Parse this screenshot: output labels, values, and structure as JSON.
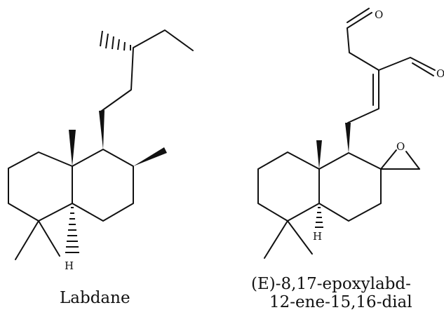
{
  "figure": {
    "molecules": [
      {
        "id": "labdane",
        "caption_lines": [
          "Labdane"
        ],
        "atom_labels": [
          "H"
        ]
      },
      {
        "id": "epoxy-dial",
        "caption_lines": [
          "(E)-8,17-epoxylabd-",
          "12-ene-15,16-dial"
        ],
        "atom_labels": [
          "O",
          "O",
          "O",
          "H"
        ]
      }
    ]
  }
}
